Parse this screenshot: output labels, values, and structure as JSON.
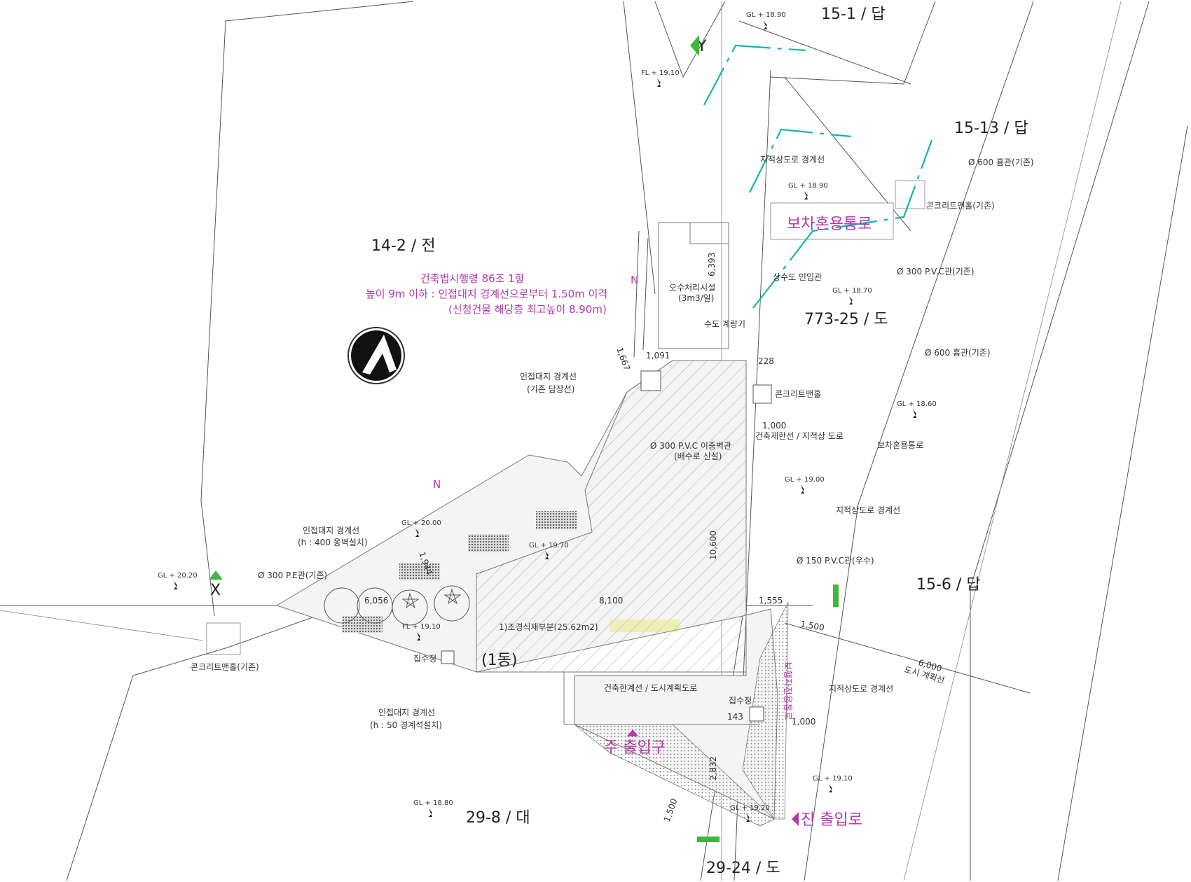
{
  "lots": {
    "l15_1": "15-1 / 답",
    "l15_13": "15-13 / 답",
    "l14_2": "14-2 / 전",
    "l773_25": "773-25 / 도",
    "l15_6": "15-6 / 답",
    "l29_8": "29-8 / 대",
    "l29_24": "29-24 / 도"
  },
  "notes": {
    "regulation_1": "건축법시행령 86조 1항",
    "regulation_2": "높이 9m 이하 : 인접대지 경계선으로부터 1.50m 이격",
    "regulation_3": "(신청건물 해당층 최고높이 8.90m)",
    "pedestrian_road": "보차혼용통로",
    "main_entrance": "주 출입구",
    "vehicle_entrance": "진 출입로",
    "building": "(1동)",
    "pedestrian_road_vertical": "보행자전용통로"
  },
  "labels": {
    "road_boundary_1": "지적상도로 경계선",
    "concrete_manhole_1": "콘크리트맨홀(기존)",
    "hume_pipe_1": "Ø 600 흄관(기존)",
    "pvc_1": "Ø 300 P.V.C관(기존)",
    "water_inlet": "상수도 인입관",
    "sewage_1": "오수처리시설",
    "sewage_2": "(3m3/일)",
    "water_meter": "수도 계량기",
    "hume_pipe_2": "Ø 600 흄관(기존)",
    "adjacent_1a": "인접대지 경계선",
    "adjacent_1b": "(기존 담장선)",
    "concrete_manhole_2": "콘크리트맨홀",
    "setback_line": "건축제한선 / 지적상 도로",
    "pvc_drain_1": "Ø 300 P.V.C 이중벽관",
    "pvc_drain_2": "(배수로 신설)",
    "pedestrian_road_2": "보차혼용통로",
    "road_boundary_2": "지적상도로 경계선",
    "adjacent_2a": "인접대지 경계선",
    "adjacent_2b": "(h : 400 옹벽설치)",
    "pe_pipe": "Ø 300 P.E관(기존)",
    "pvc_150": "Ø 150 P.V.C관(우수)",
    "landscape": "1)조경식재부분(25.62m2)",
    "catch_basin_1": "집수정",
    "concrete_manhole_3": "콘크리트맨홀(기존)",
    "building_line": "건축한계선 / 도시계획도로",
    "catch_basin_2": "집수정",
    "road_boundary_3": "지적상도로 경계선",
    "city_plan_1": "6,000",
    "city_plan_2": "도시 계획선",
    "adjacent_3a": "인접대지 경계선",
    "adjacent_3b": "(h : 50 경계석설치)"
  },
  "elevations": {
    "e1": "GL + 18.90",
    "e2": "FL + 19.10",
    "e3": "GL + 18.90",
    "e4": "GL + 18.70",
    "e5": "GL + 18.60",
    "e6": "GL + 19.00",
    "e7": "GL + 20.00",
    "e8": "GL + 19.70",
    "e9": "GL + 20.20",
    "e10": "FL + 19.10",
    "e11": "GL + 19.10",
    "e12": "GL + 18.80",
    "e13": "GL + 19.20"
  },
  "dims": {
    "d6393": "6,393",
    "d1667": "1,667",
    "d1091": "1,091",
    "d228": "228",
    "d1000a": "1,000",
    "d10600": "10,600",
    "d8100": "8,100",
    "d1555": "1,555",
    "d6056": "6,056",
    "d1944": "1,944",
    "d1500a": "1,500",
    "d1000b": "1,000",
    "d143": "143",
    "d2832": "2,832",
    "d1500b": "1,500"
  },
  "markers": {
    "x": "X",
    "y": "Y",
    "n1": "N",
    "n2": "N"
  },
  "colors": {
    "magenta": "#b03aa6",
    "cyan": "#12b3b8",
    "green": "#3cb83c",
    "yellow": "#e6e04a"
  },
  "icons": {
    "north_arrow": "north-arrow-icon"
  }
}
